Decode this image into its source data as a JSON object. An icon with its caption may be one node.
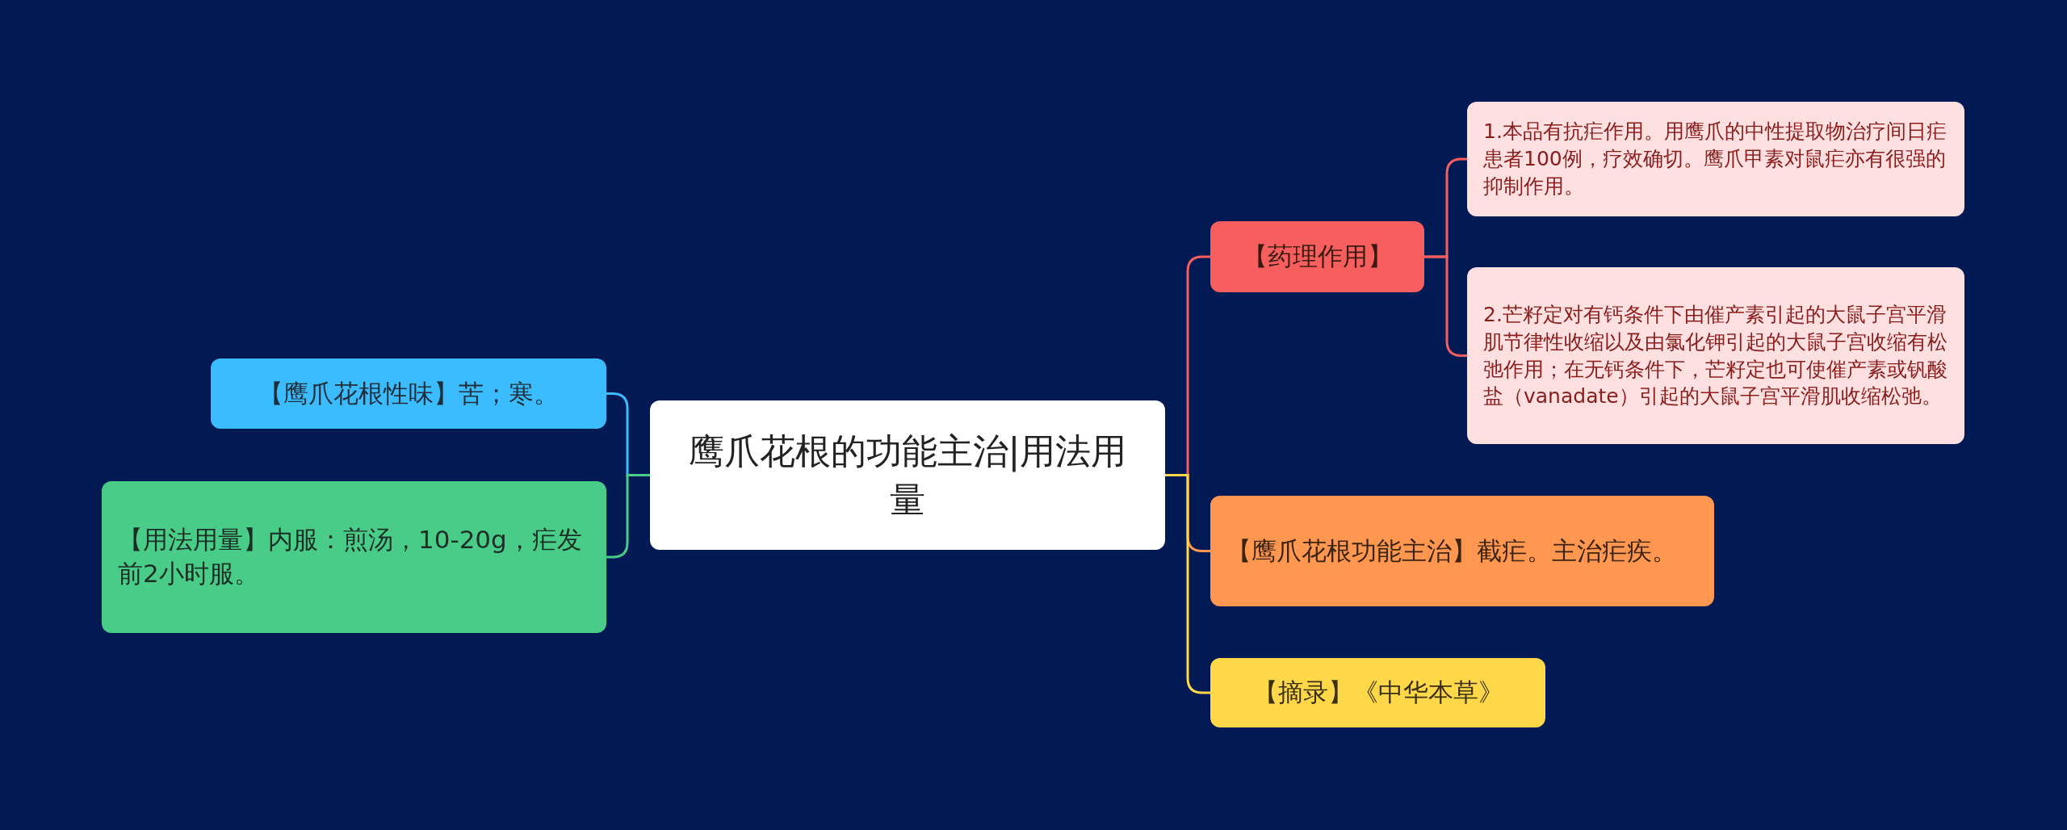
{
  "diagram": {
    "nodes": [
      {
        "text": [
          "鹰爪花根的功能主治|用法用量"
        ]
      },
      {
        "text": [
          "【鹰爪花根性味】苦；寒。"
        ]
      },
      {
        "text": [
          "【用法用量】内服：煎汤，10-20g，疟发前2小时服。"
        ]
      },
      {
        "text": [
          "【药理作用】"
        ]
      },
      {
        "text": [
          "1.本品有抗疟作用。用鹰爪的中性提取物治疗间日疟患者100例，疗效确切。鹰爪甲素对鼠疟亦有很强的抑制作用。"
        ]
      },
      {
        "text": [
          "2.芒籽定对有钙条件下由催产素引起的大鼠子宫平滑肌节律性收缩以及由氯化钾引起的大鼠子宫收缩有松弛作用；在无钙条件下，芒籽定也可使催产素或钒酸盐（vanadate）引起的大鼠子宫平滑肌收缩松弛。"
        ]
      },
      {
        "text": [
          "【鹰爪花根功能主治】截疟。主治疟疾。"
        ]
      },
      {
        "text": [
          "【摘录】《中华本草》"
        ]
      }
    ],
    "edges": [
      {
        "from": 0,
        "to": 1,
        "arrow": "none",
        "color": "#3bbcff"
      },
      {
        "from": 0,
        "to": 2,
        "arrow": "none",
        "color": "#49cc88"
      },
      {
        "from": 0,
        "to": 3,
        "arrow": "none",
        "color": "#f65f5e"
      },
      {
        "from": 3,
        "to": 4,
        "arrow": "none",
        "color": "#f65f5e"
      },
      {
        "from": 3,
        "to": 5,
        "arrow": "none",
        "color": "#f65f5e"
      },
      {
        "from": 0,
        "to": 6,
        "arrow": "none",
        "color": "#ff9750"
      },
      {
        "from": 0,
        "to": 7,
        "arrow": "none",
        "color": "#ffd84a"
      }
    ]
  }
}
